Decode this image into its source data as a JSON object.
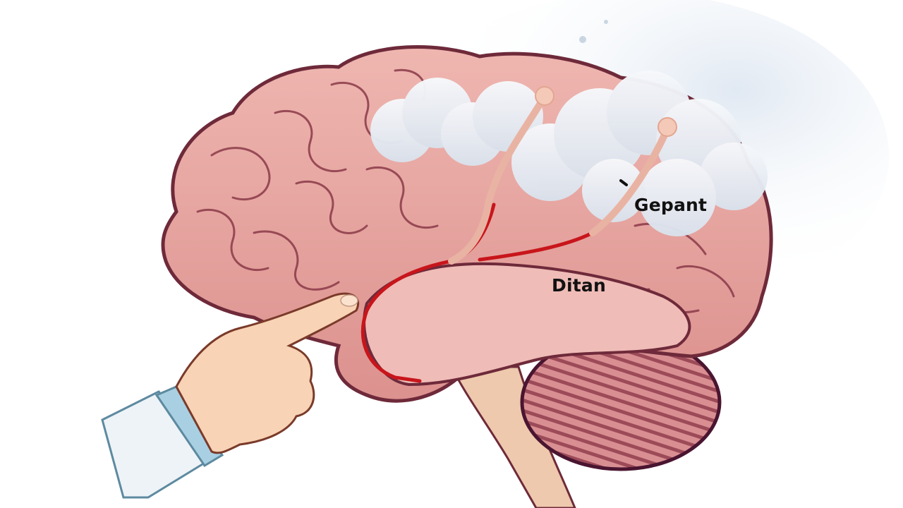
{
  "illustration": {
    "subject": "brain illustration with pointing hand",
    "labels": [
      {
        "id": "gepant",
        "text": "Gepant"
      },
      {
        "id": "ditan",
        "text": "Ditan"
      }
    ],
    "colors": {
      "background": "#ffffff",
      "brain_fill": "#e9a8a3",
      "brain_outline": "#6e2a3a",
      "highlight_line": "#c8151b",
      "cloud": "#e8edf4",
      "nerve": "#f1c2b2",
      "cerebellum": "#b8606a",
      "brainstem": "#eec9ad",
      "hand_skin": "#f8d3b5",
      "sleeve_cuff": "#a8d0e2",
      "sleeve": "#eef3f7"
    }
  }
}
